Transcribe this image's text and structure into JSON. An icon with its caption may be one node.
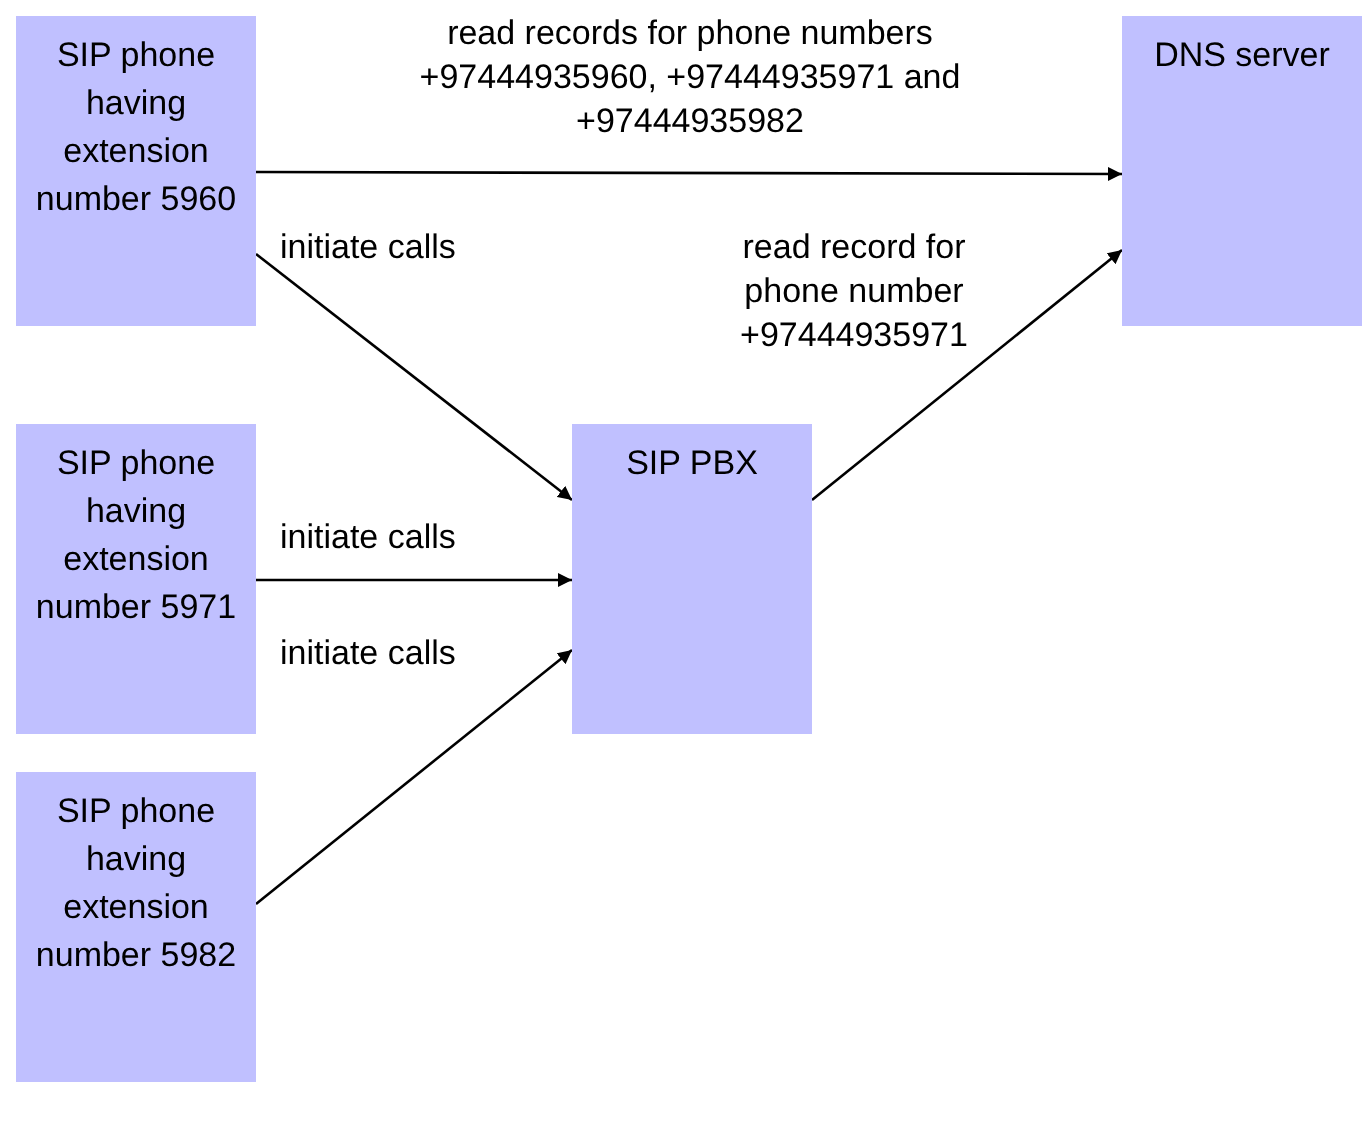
{
  "diagram": {
    "nodes": [
      {
        "text": [
          "SIP phone having extension number 5960"
        ]
      },
      {
        "text": [
          "DNS server"
        ]
      },
      {
        "text": [
          "SIP phone having extension number 5971"
        ]
      },
      {
        "text": [
          "SIP PBX"
        ]
      },
      {
        "text": [
          "SIP phone having extension number 5982"
        ]
      }
    ],
    "edges": [
      {
        "from": 0,
        "to": 1,
        "arrow": "to",
        "label": "read records for phone numbers +97444935960, +97444935971 and +97444935982"
      },
      {
        "from": 0,
        "to": 3,
        "arrow": "to",
        "label": "initiate calls"
      },
      {
        "from": 2,
        "to": 3,
        "arrow": "to",
        "label": "initiate calls"
      },
      {
        "from": 4,
        "to": 3,
        "arrow": "to",
        "label": "initiate calls"
      },
      {
        "from": 3,
        "to": 1,
        "arrow": "to",
        "label": "read record for phone number +97444935971"
      }
    ]
  }
}
